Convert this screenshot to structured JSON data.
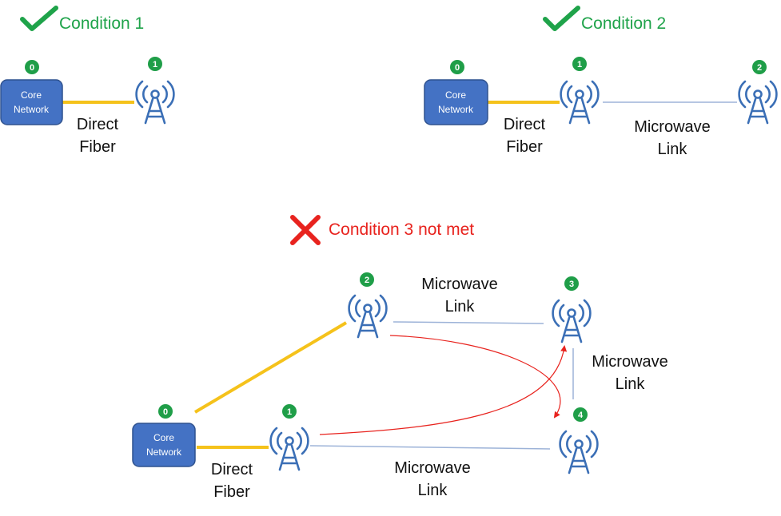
{
  "colors": {
    "check": "#1fa34a",
    "cross": "#e8231e",
    "fiber": "#f5c21b",
    "microwave": "#9db3d8",
    "path": "#e8231e",
    "tower": "#3b6fb6",
    "box_fill": "#4472c4",
    "box_stroke": "#2f528f",
    "badge": "#1f9e48"
  },
  "condition1": {
    "status_icon": "check-icon",
    "title": "Condition 1",
    "core_label": [
      "Core",
      "Network"
    ],
    "core_badge": "0",
    "tower_badge": "1",
    "fiber_label": [
      "Direct",
      "Fiber"
    ]
  },
  "condition2": {
    "status_icon": "check-icon",
    "title": "Condition 2",
    "core_label": [
      "Core",
      "Network"
    ],
    "core_badge": "0",
    "tower1_badge": "1",
    "tower2_badge": "2",
    "fiber_label": [
      "Direct",
      "Fiber"
    ],
    "microwave_label": [
      "Microwave",
      "Link"
    ]
  },
  "condition3": {
    "status_icon": "cross-icon",
    "title": "Condition 3 not met",
    "core_label": [
      "Core",
      "Network"
    ],
    "core_badge": "0",
    "tower1_badge": "1",
    "tower2_badge": "2",
    "tower3_badge": "3",
    "tower4_badge": "4",
    "fiber_label": [
      "Direct",
      "Fiber"
    ],
    "microwave_top_label": [
      "Microwave",
      "Link"
    ],
    "microwave_right_label": [
      "Microwave",
      "Link"
    ],
    "microwave_bottom_label": [
      "Microwave",
      "Link"
    ]
  }
}
